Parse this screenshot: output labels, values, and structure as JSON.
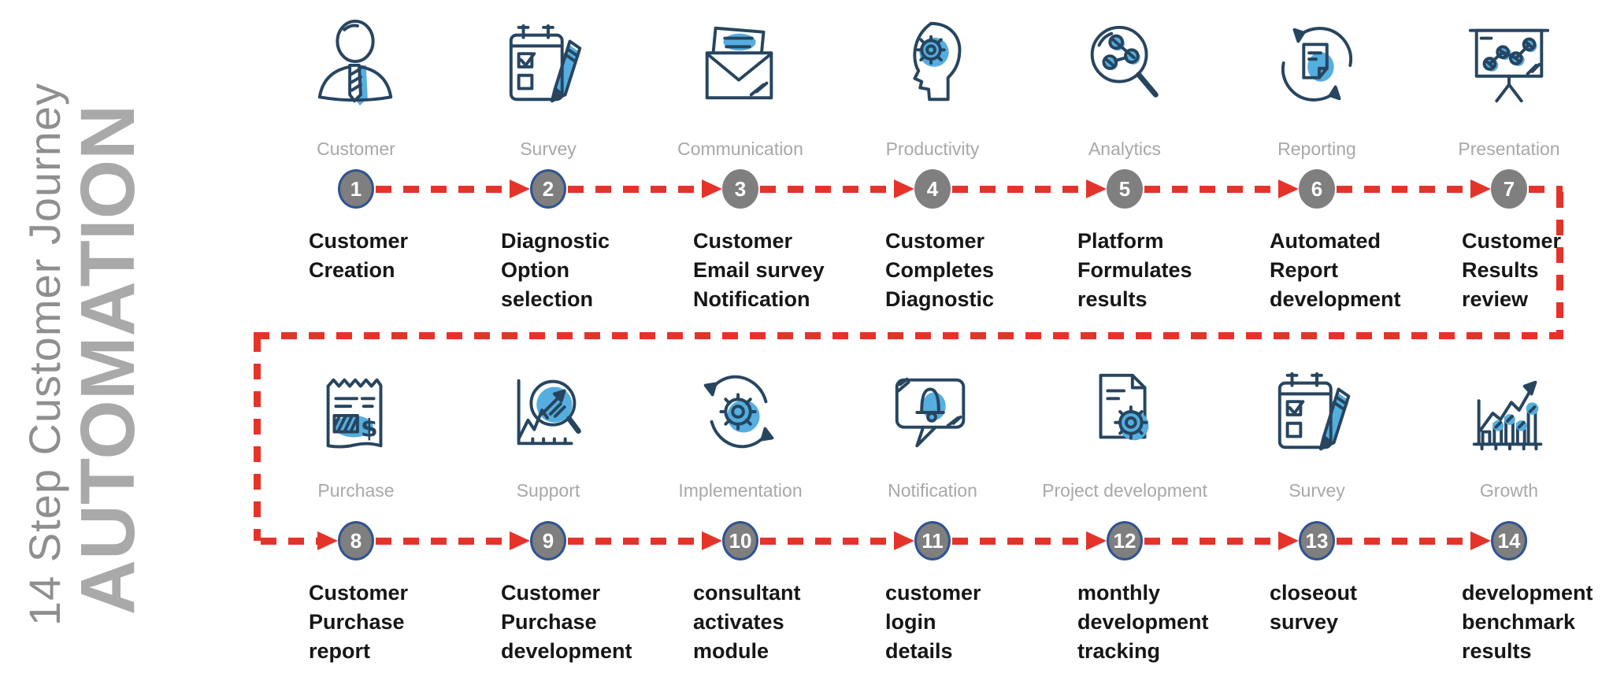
{
  "title_block": {
    "subtitle": "14 Step Customer Journey",
    "title": "AUTOMATION"
  },
  "colors": {
    "flow_red": "#E5332A",
    "circle_fill": "#7F7F7F",
    "circle_border": "#2E5492",
    "circle_number_text": "#FFFFFF",
    "category_label_text": "#A8A8A8",
    "description_text": "#161616",
    "icon_stroke": "#27455F",
    "icon_accent": "#55AEDF",
    "journey_title_gray": "#8F8F8F",
    "automation_title_gray": "#A9A9A9",
    "background": "#FFFFFF"
  },
  "steps": [
    {
      "num": "1",
      "category": "Customer",
      "icon": "person-icon",
      "description": "Customer\nCreation",
      "bordered": true,
      "row": 1
    },
    {
      "num": "2",
      "category": "Survey",
      "icon": "checklist-pencil-icon",
      "description": "Diagnostic\nOption\nselection",
      "bordered": true,
      "row": 1
    },
    {
      "num": "3",
      "category": "Communication",
      "icon": "envelope-icon",
      "description": "Customer\nEmail survey\nNotification",
      "bordered": false,
      "row": 1
    },
    {
      "num": "4",
      "category": "Productivity",
      "icon": "head-gear-icon",
      "description": "Customer\nCompletes\nDiagnostic",
      "bordered": false,
      "row": 1
    },
    {
      "num": "5",
      "category": "Analytics",
      "icon": "magnifier-molecule-icon",
      "description": "Platform\nFormulates\nresults",
      "bordered": false,
      "row": 1
    },
    {
      "num": "6",
      "category": "Reporting",
      "icon": "document-cycle-icon",
      "description": "Automated\nReport\ndevelopment",
      "bordered": false,
      "row": 1
    },
    {
      "num": "7",
      "category": "Presentation",
      "icon": "presentation-chart-icon",
      "description": "Customer\nResults\nreview",
      "bordered": false,
      "row": 1
    },
    {
      "num": "8",
      "category": "Purchase",
      "icon": "receipt-dollar-icon",
      "description": "Customer\nPurchase\nreport",
      "bordered": true,
      "row": 2
    },
    {
      "num": "9",
      "category": "Support",
      "icon": "chart-magnifier-icon",
      "description": "Customer\nPurchase\ndevelopment",
      "bordered": true,
      "row": 2
    },
    {
      "num": "10",
      "category": "Implementation",
      "icon": "gear-cycle-icon",
      "description": "consultant\nactivates\nmodule",
      "bordered": true,
      "row": 2
    },
    {
      "num": "11",
      "category": "Notification",
      "icon": "chat-bell-icon",
      "description": "customer\nlogin\ndetails",
      "bordered": true,
      "row": 2
    },
    {
      "num": "12",
      "category": "Project development",
      "icon": "document-gear-icon",
      "description": "monthly\ndevelopment\ntracking",
      "bordered": true,
      "row": 2
    },
    {
      "num": "13",
      "category": "Survey",
      "icon": "checklist-pencil-icon",
      "description": "closeout\nsurvey",
      "bordered": true,
      "row": 2
    },
    {
      "num": "14",
      "category": "Growth",
      "icon": "growth-chart-icon",
      "description": "development\nbenchmark\nresults",
      "bordered": true,
      "row": 2
    }
  ]
}
